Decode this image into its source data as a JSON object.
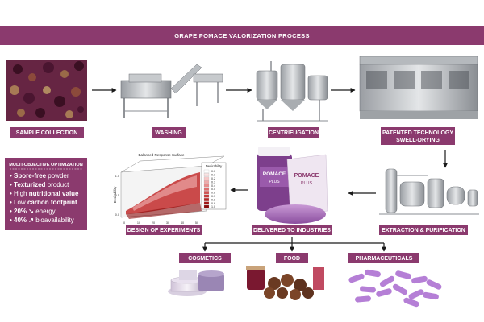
{
  "header": {
    "title": "GRAPE POMACE VALORIZATION PROCESS"
  },
  "colors": {
    "primary": "#8b3a6e",
    "accent": "#b4407f",
    "arrow": "#1a1a1a"
  },
  "steps": {
    "sample_collection": "SAMPLE COLLECTION",
    "washing": "WASHING",
    "centrifugation": "CENTRIFUGATION",
    "patented_line1": "PATENTED TECHNOLOGY",
    "patented_line2": "SWELL-DRYING",
    "extraction": "EXTRACTION & PURIFICATION",
    "delivered": "DELIVERED TO INDUSTRIES",
    "design": "DESIGN OF EXPERIMENTS"
  },
  "industries": {
    "cosmetics": "COSMETICS",
    "food": "FOOD",
    "pharmaceuticals": "PHARMACEUTICALS"
  },
  "product": {
    "brand_line1": "POMACE",
    "brand_line2": "PLUS"
  },
  "optimization": {
    "title": "MULTI-OBJECTIVE OPTIMIZATION",
    "items": [
      {
        "bold": "Spore-free",
        "rest": " powder",
        "bold_first": true
      },
      {
        "bold": "Texturized",
        "rest": " product",
        "bold_first": true
      },
      {
        "pre": "High ",
        "bold": "nutritional value",
        "bold_first": false
      },
      {
        "pre": "Low ",
        "bold": "carbon footprint",
        "bold_first": false
      },
      {
        "bold": "20% ↘",
        "rest": " energy",
        "bold_first": true
      },
      {
        "bold": "40% ↗",
        "rest": " bioavailability",
        "bold_first": true
      }
    ]
  },
  "chart": {
    "title": "Balanced Response Surface",
    "zlabel": "Desirability",
    "legend_title": "Desirability",
    "legend_values": [
      "0.0",
      "0.1",
      "0.2",
      "0.3",
      "0.4",
      "0.5",
      "0.6",
      "0.7",
      "0.8",
      "0.9",
      "1.0"
    ],
    "legend_colors": [
      "#ffffff",
      "#fbe3e3",
      "#f6c8c8",
      "#efaaaa",
      "#e78d8d",
      "#de6e6e",
      "#d35151",
      "#c63a3a",
      "#b62626",
      "#a21616",
      "#8a0c0c"
    ],
    "x_ticks": [
      "0",
      "10",
      "20",
      "30",
      "40",
      "50"
    ],
    "y_ticks": [
      "0.0",
      "0.5",
      "1.0"
    ]
  }
}
